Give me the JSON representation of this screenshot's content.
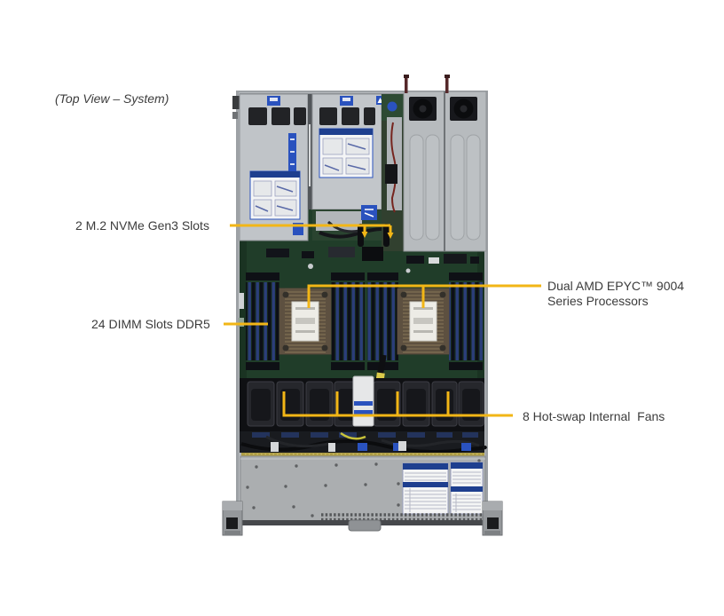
{
  "figure": {
    "caption": "(Top View – System)",
    "callouts": [
      {
        "id": "m2",
        "label": "2 M.2 NVMe Gen3 Slots"
      },
      {
        "id": "dimm",
        "label": "24 DIMM Slots DDR5"
      },
      {
        "id": "cpu",
        "label": "Dual AMD EPYC™ 9004\nSeries Processors"
      },
      {
        "id": "fans",
        "label": "8 Hot-swap Internal  Fans"
      }
    ],
    "colors": {
      "background": "#ffffff",
      "label_text": "#3c3c3c",
      "callout_line": "#f2b616",
      "chassis_silver": "#b4b8bc",
      "board_green": "#203d29",
      "dimm_blue": "#2b3e7a",
      "heatsink_bronze": "#73644c",
      "sticker_blue": "#2a52be",
      "fan_black": "#17181c"
    }
  }
}
